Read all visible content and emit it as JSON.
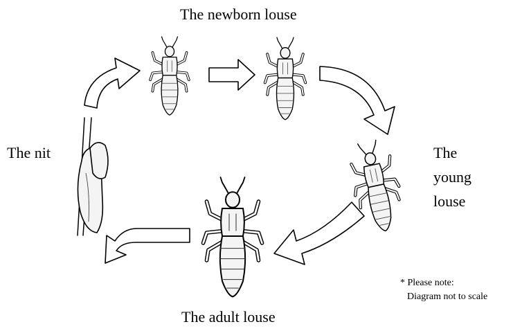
{
  "labels": {
    "newborn": "The newborn louse",
    "nit": "The nit",
    "young_line1": "The",
    "young_line2": "young",
    "young_line3": "louse",
    "adult": "The adult louse"
  },
  "note": {
    "line1": "* Please note:",
    "line2": "Diagram not to scale"
  },
  "stages": [
    {
      "name": "nit-stage",
      "icon": "nit-egg-icon"
    },
    {
      "name": "newborn-stage",
      "icon": "louse-icon"
    },
    {
      "name": "young-stage",
      "icon": "louse-icon"
    },
    {
      "name": "adult-stage",
      "icon": "louse-icon"
    }
  ]
}
